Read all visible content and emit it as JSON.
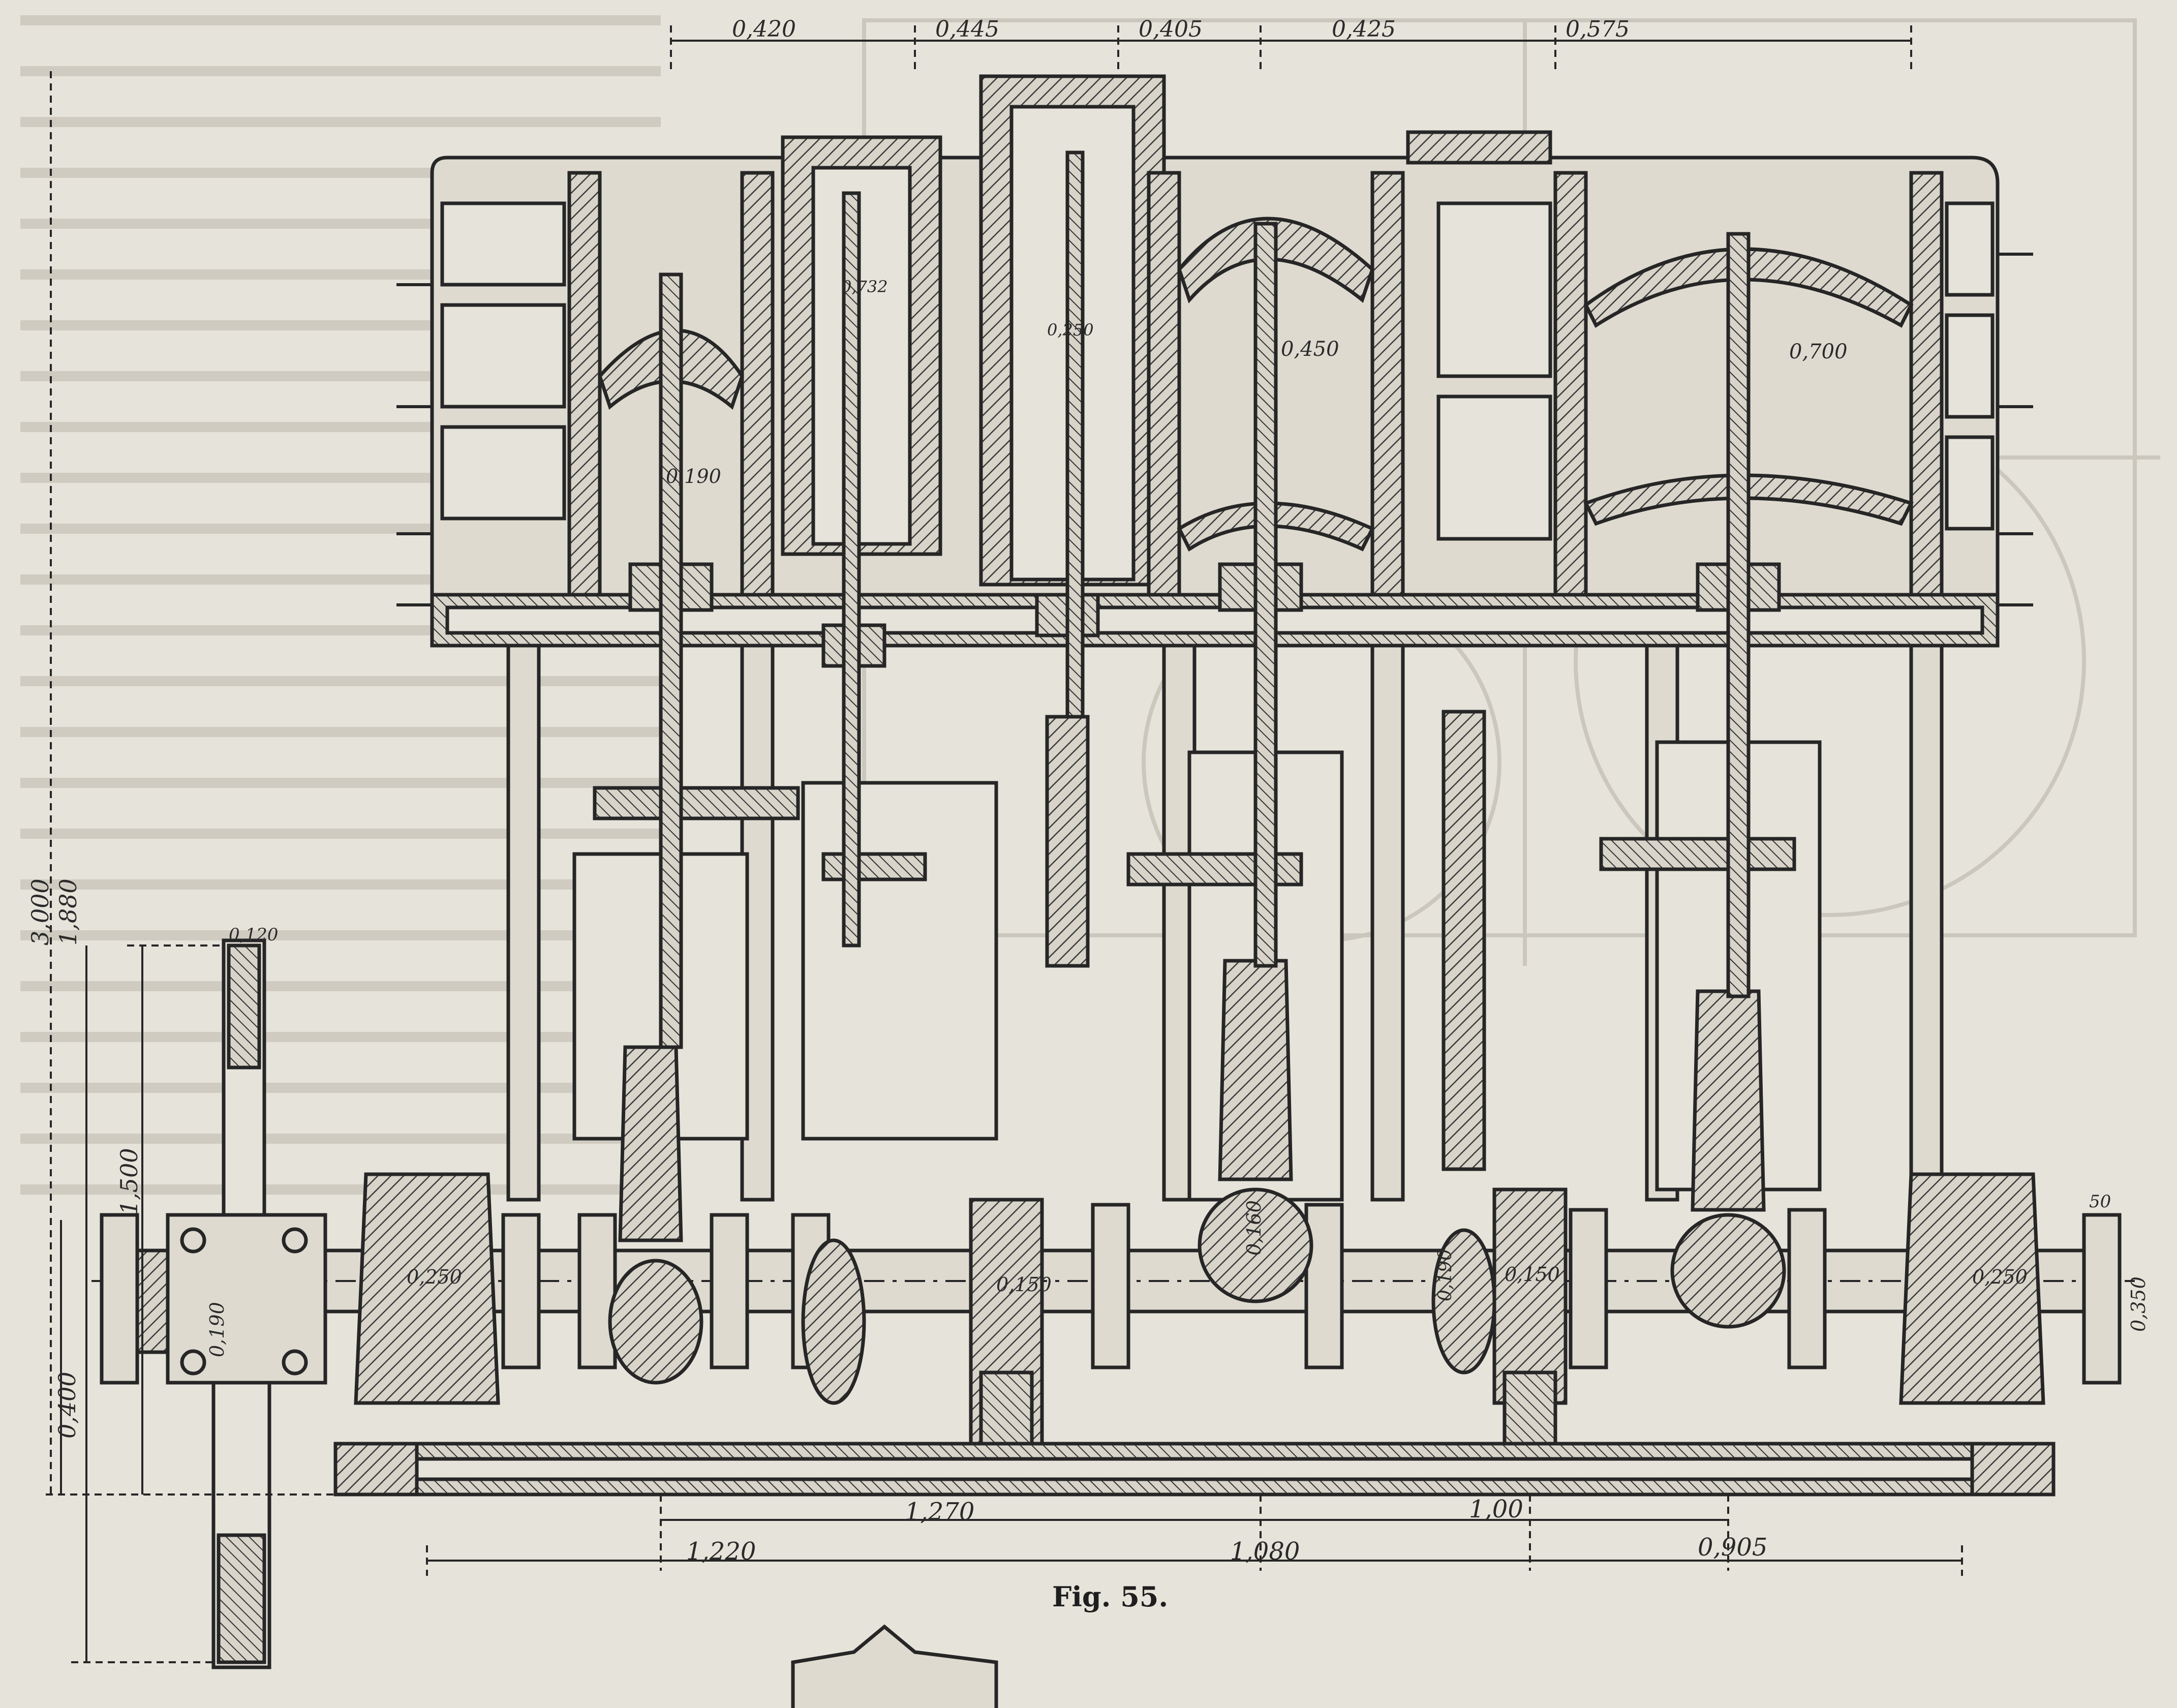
{
  "figure": {
    "caption": "Fig. 55."
  },
  "top_dimensions": [
    "0,420",
    "0,445",
    "0,405",
    "0,425",
    "0,575"
  ],
  "bottom_dimensions": {
    "upper": [
      "1,270",
      "1,00"
    ],
    "lower": [
      "1,220",
      "1,080",
      "0,905"
    ]
  },
  "left_dimensions": [
    "3,000",
    "1,880",
    "1,500",
    "0,400"
  ],
  "inner_dimensions": {
    "bore_732": "0,732",
    "bore_250": "0,250",
    "cyl_450": "0,450",
    "cyl_700": "0,700",
    "rod_190": "0,190",
    "shaft_190": "0,190",
    "crank_250_left": "0,250",
    "crank_150_mid": "0,150",
    "crank_160": "0,160",
    "crank_190_right": "0,190",
    "crank_150_right": "0,150",
    "crank_250_right": "0,250",
    "flange_350": "0,350",
    "flange_50": "50",
    "rod_120": "0,120"
  },
  "colors": {
    "paper": "#e6e3da",
    "ink": "#262626",
    "hatch": "#3a3a3a",
    "ghost": "#c9c5bb"
  }
}
